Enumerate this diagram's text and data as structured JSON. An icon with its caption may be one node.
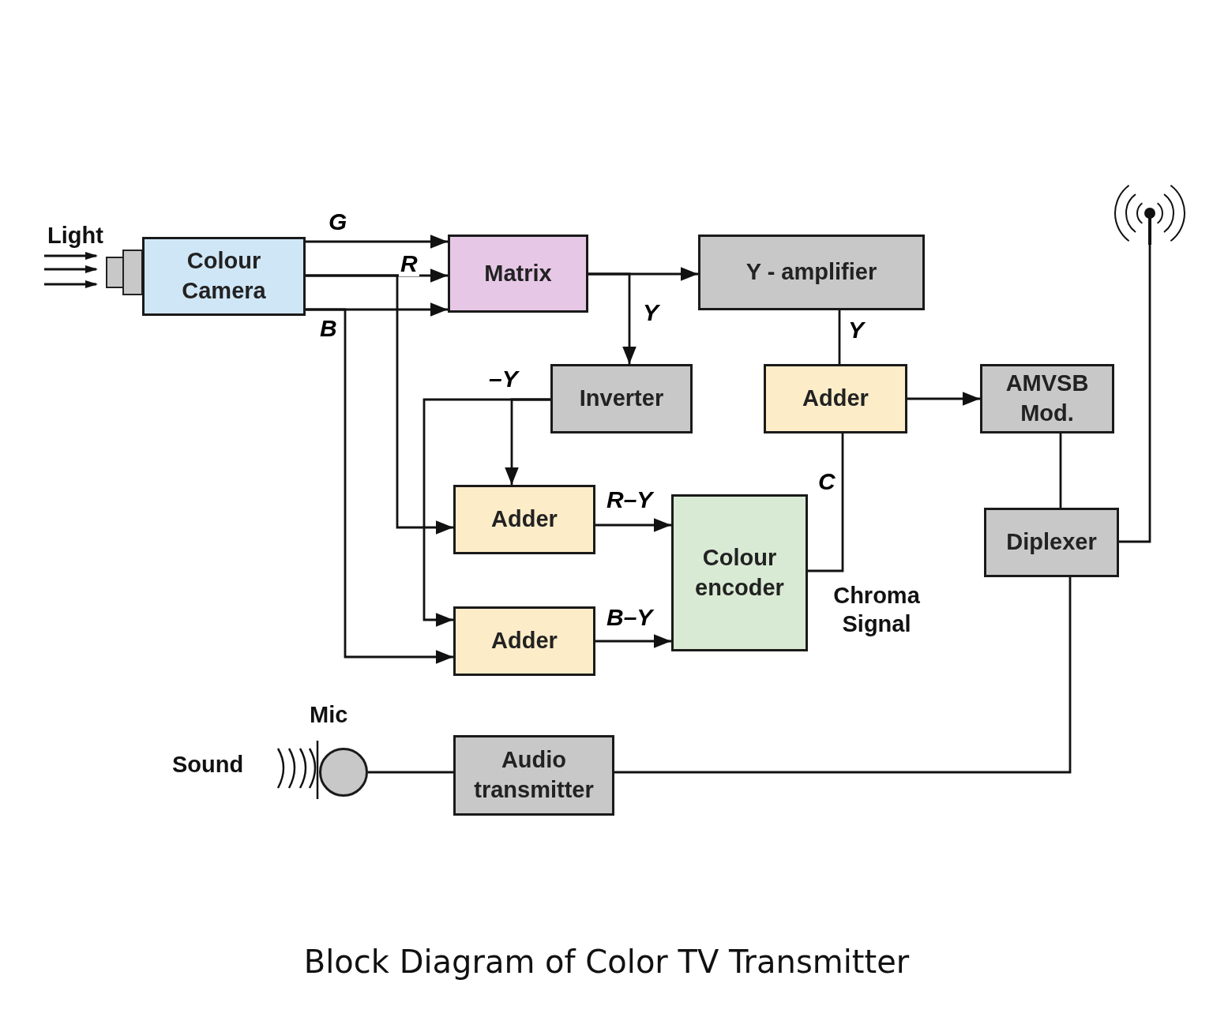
{
  "diagram": {
    "caption": "Block Diagram of Color TV Transmitter",
    "nodes": [
      {
        "text": [
          "Colour Camera"
        ]
      },
      {
        "text": [
          "Matrix"
        ]
      },
      {
        "text": [
          "Y - amplifier"
        ]
      },
      {
        "text": [
          "Inverter"
        ]
      },
      {
        "text": [
          "Adder"
        ]
      },
      {
        "text": [
          "AMVSB Mod."
        ]
      },
      {
        "text": [
          "Adder"
        ]
      },
      {
        "text": [
          "Adder"
        ]
      },
      {
        "text": [
          "Colour encoder"
        ]
      },
      {
        "text": [
          "Diplexer"
        ]
      },
      {
        "text": [
          "Audio transmitter"
        ]
      },
      {
        "text": [],
        "shape": "circle",
        "beside": [
          "Mic"
        ]
      },
      {
        "text": [],
        "shape": "antenna"
      }
    ],
    "edges": [
      {
        "from": 0,
        "to": 1,
        "arrow": "to",
        "label": "G"
      },
      {
        "from": 0,
        "to": 1,
        "arrow": "to",
        "label": "R"
      },
      {
        "from": 0,
        "to": 1,
        "arrow": "to",
        "label": "B"
      },
      {
        "from": 0,
        "to": 6,
        "arrow": "to"
      },
      {
        "from": 0,
        "to": 7,
        "arrow": "to"
      },
      {
        "from": 1,
        "to": 2,
        "arrow": "to"
      },
      {
        "from": 1,
        "to": 3,
        "arrow": "to",
        "label": "Y"
      },
      {
        "from": 3,
        "to": 6,
        "arrow": "to",
        "label": "–Y"
      },
      {
        "from": 3,
        "to": 7,
        "arrow": "to"
      },
      {
        "from": 2,
        "to": 4,
        "arrow": "none",
        "label": "Y"
      },
      {
        "from": 6,
        "to": 8,
        "arrow": "to",
        "label": "R–Y"
      },
      {
        "from": 7,
        "to": 8,
        "arrow": "to",
        "label": "B–Y"
      },
      {
        "from": 8,
        "to": 4,
        "arrow": "none",
        "label": "C"
      },
      {
        "from": 4,
        "to": 5,
        "arrow": "to"
      },
      {
        "from": 5,
        "to": 9,
        "arrow": "none"
      },
      {
        "from": 9,
        "to": 12,
        "arrow": "none"
      },
      {
        "from": 11,
        "to": 10,
        "arrow": "none"
      },
      {
        "from": 10,
        "to": 9,
        "arrow": "none"
      }
    ],
    "labels": [
      "Light",
      "Sound",
      "Chroma Signal"
    ]
  }
}
